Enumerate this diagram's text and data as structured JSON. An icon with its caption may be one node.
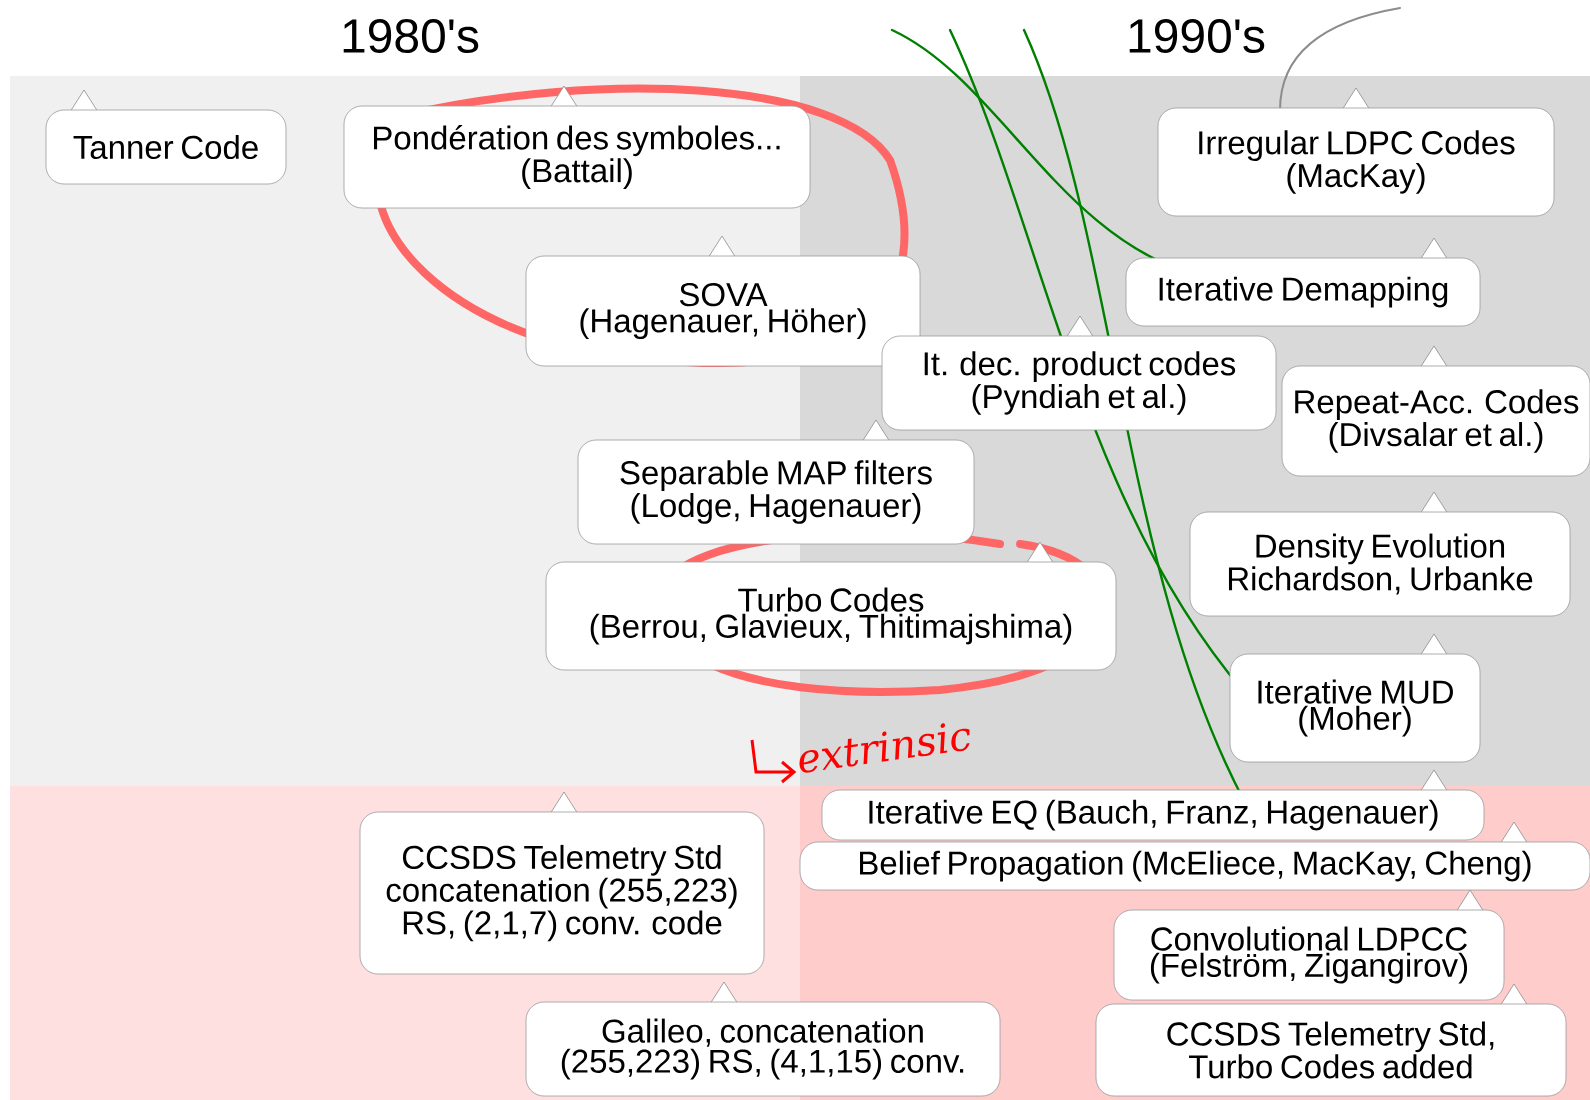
{
  "diagram": {
    "nodes": [
      {
        "text": [
          "Tanner Code"
        ]
      },
      {
        "text": [
          "Pondération des symboles...",
          "(Battail)"
        ]
      },
      {
        "text": [
          "SOVA",
          "(Hagenauer, Höher)"
        ]
      },
      {
        "text": [
          "It. dec. product codes",
          "(Pyndiah et al.)"
        ]
      },
      {
        "text": [
          "Separable MAP filters",
          "(Lodge, Hagenauer)"
        ]
      },
      {
        "text": [
          "Turbo Codes",
          "(Berrou, Glavieux, Thitimajshima)"
        ]
      },
      {
        "text": [
          "Irregular LDPC Codes",
          "(MacKay)"
        ]
      },
      {
        "text": [
          "Iterative Demapping"
        ]
      },
      {
        "text": [
          "Repeat-Acc. Codes",
          "(Divsalar et al.)"
        ]
      },
      {
        "text": [
          "Density Evolution",
          "Richardson, Urbanke"
        ]
      },
      {
        "text": [
          "Iterative MUD",
          "(Moher)"
        ]
      },
      {
        "text": [
          "CCSDS Telemetry Std concatenation (255,223) RS, (2,1,7) conv. code"
        ]
      },
      {
        "text": [
          "Iterative EQ (Bauch, Franz, Hagenauer)"
        ]
      },
      {
        "text": [
          "Belief Propagation (McEliece, MacKay, Cheng)"
        ]
      },
      {
        "text": [
          "Convolutional LDPCC",
          "(Felström, Zigangirov)"
        ]
      },
      {
        "text": [
          "Galileo, concatenation (255,223) RS, (4,1,15) conv."
        ]
      },
      {
        "text": [
          "CCSDS Telemetry Std, Turbo Codes added"
        ]
      }
    ],
    "labels": [
      "1980's",
      "1990's",
      "extrinsic"
    ]
  }
}
